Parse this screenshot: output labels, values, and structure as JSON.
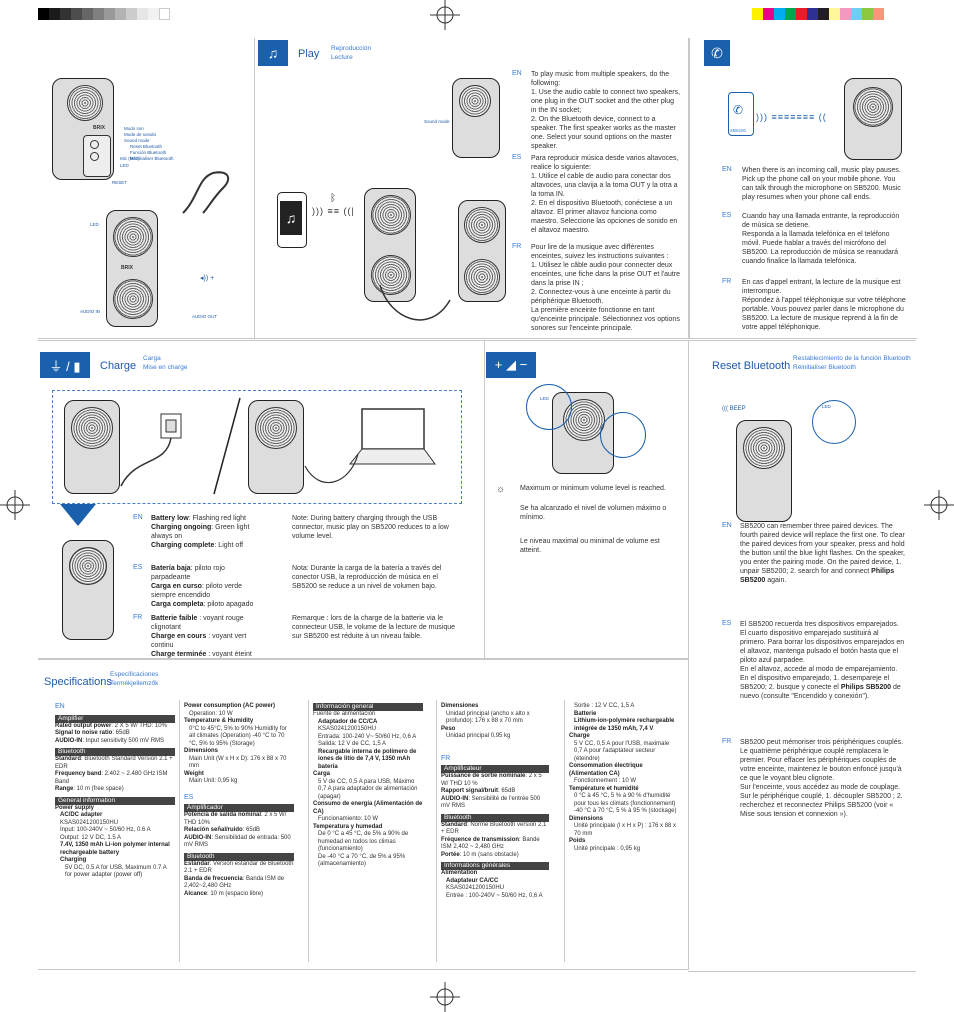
{
  "play": {
    "title": "Play",
    "sub1": "Reproducción",
    "sub2": "Lecture",
    "en_label": "EN",
    "en_text": "To play music from multiple speakers, do the following:\n1. Use the audio cable to connect two speakers, one plug in the OUT socket and the other plug in the IN socket;\n2. On the Bluetooth device, connect to a speaker. The first speaker works as the master one. Select your sound options on the master speaker.",
    "es_label": "ES",
    "es_text": "Para reproducir música desde varios altavoces, realice lo siguiente:\n1. Utilice el cable de audio para conectar dos altavoces, una clavija a la toma OUT y la otra a la toma IN.\n2. En el dispositivo Bluetooth, conéctese a un altavoz. El primer altavoz funciona como maestro. Seleccione las opciones de sonido en el altavoz maestro.",
    "fr_label": "FR",
    "fr_text": "Pour lire de la musique avec différentes enceintes, suivez les instructions suivantes :\n1. Utilisez le câble audio pour connecter deux enceintes, une fiche dans la prise OUT et l'autre dans la prise IN ;\n2. Connectez-vous à une enceinte à partir du périphérique Bluetooth.\nLa première enceinte fonctionne en tant qu'enceinte principale. Sélectionnez vos options sonores sur l'enceinte principale.",
    "sound_mode": "Sound mode"
  },
  "overview": {
    "brand": "BRIX",
    "labels_top": [
      "Modo son",
      "Mode de sonido",
      "Sound mode"
    ],
    "labels_bt": [
      "Reset Bluetooth",
      "Función Bluetooth",
      "Réinitialiser Bluetooth"
    ],
    "mic": "Mic (MIC)",
    "led": "LED",
    "reset": "RESET",
    "led2": "LED",
    "audio_in": "AUDIO IN",
    "audio_out": "AUDIO OUT"
  },
  "call": {
    "en_label": "EN",
    "en_text": "When there is an incoming call, music play pauses. Pick up the phone call on your mobile phone. You can talk through the microphone on SB5200. Music play resumes when your phone call ends.",
    "es_label": "ES",
    "es_text": "Cuando hay una llamada entrante, la reproducción de música se detiene.\nResponda a la llamada telefónica en el teléfono móvil. Puede hablar a través del micrófono del SB5200. La reproducción de música se reanudará cuando finalice la llamada telefónica.",
    "fr_label": "FR",
    "fr_text": "En cas d'appel entrant, la lecture de la musique est interrompue.\nRépondez à l'appel téléphonique sur votre téléphone portable. Vous pouvez parler dans le microphone du SB5200. La lecture de musique reprend à la fin de votre appel téléphonique.",
    "phone_label": "SB5200"
  },
  "charge": {
    "title": "Charge",
    "sub1": "Carga",
    "sub2": "Mise en charge",
    "en_label": "EN",
    "es_label": "ES",
    "fr_label": "FR",
    "en_low_b": "Battery low",
    "en_low": ": Flashing red light",
    "en_ongoing_b": "Charging ongoing",
    "en_ongoing": ": Green light always on",
    "en_done_b": "Charging complete",
    "en_done": ": Light off",
    "es_low_b": "Batería baja",
    "es_low": ": piloto rojo parpadeante",
    "es_ongoing_b": "Carga en curso",
    "es_ongoing": ": piloto verde siempre encendido",
    "es_done_b": "Carga completa",
    "es_done": ": piloto apagado",
    "fr_low_b": "Batterie faible",
    "fr_low": " : voyant rouge clignotant",
    "fr_ongoing_b": "Charge en cours",
    "fr_ongoing": " : voyant vert continu",
    "fr_done_b": "Charge terminée",
    "fr_done": " : voyant éteint",
    "note_en": "Note: During battery charging through the USB connector, music play on SB5200 reduces to a low volume level.",
    "note_es": "Nota: Durante la carga de la batería a través del conector USB, la reproducción de música en el SB5200 se reduce a un nivel de volumen bajo.",
    "note_fr": "Remarque : lors de la charge de la batterie via le connecteur USB, le volume de la lecture de musique sur SB5200 est réduite à un niveau faible."
  },
  "volume": {
    "en": "Maximum or minimum volume level is reached.",
    "es": "Se ha alcanzado el nivel de volumen máximo o mínimo.",
    "fr": "Le niveau maximal ou minimal de volume est atteint.",
    "led": "LED"
  },
  "reset": {
    "title": "Reset Bluetooth",
    "sub1": "Restablecimiento de la función Bluetooth",
    "sub2": "Réinitialiser Bluetooth",
    "beep": "BEEP",
    "led": "LED",
    "en_label": "EN",
    "en_text": "SB5200 can remember three paired devices. The fourth paired device will replace the first one. To clear the paired devices from your speaker, press and hold the button until the blue light flashes. On the speaker, you enter the pairing mode. On the paired device, 1. unpair SB5200; 2. search for and connect",
    "en_tail_b": "Philips SB5200",
    "en_tail": " again.",
    "es_label": "ES",
    "es_text": "El SB5200 recuerda tres dispositivos emparejados. El cuarto dispositivo emparejado sustituirá al primero. Para borrar los dispositivos emparejados en el altavoz, mantenga pulsado el botón hasta que el piloto azul parpadee.\nEn el altavoz, accede al modo de emparejamiento. En el dispositivo emparejado, 1. desempareje el SB5200; 2. busque y conecte el",
    "es_tail_b": "Philips SB5200",
    "es_tail": " de nuevo (consulte \"Encendido y conexión\").",
    "fr_label": "FR",
    "fr_text": "SB5200 peut mémoriser trois périphériques couplés. Le quatrième périphérique couplé remplacera le premier. Pour effacer les périphériques couplés de votre enceinte, maintenez le bouton enfoncé jusqu'à ce que le voyant bleu clignote.\nSur l'enceinte, vous accédez au mode de couplage.\nSur le périphérique couplé, 1. découpler SB5200 ; 2. recherchez et reconnectez Philips SB5200 (voir « Mise sous tension et connexion »)."
  },
  "specs": {
    "title": "Specifications",
    "sub1": "Especificaciones",
    "sub2": "Termékjellemzők",
    "col1": {
      "lang": "EN",
      "amp_bar": "Amplifier",
      "rated_b": "Rated output power",
      "rated": ": 2 X 5 W/ THD: 10%",
      "snr_b": "Signal to noise ratio",
      "snr": ": 65dB",
      "aux_b": "AUDIO-IN",
      "aux": ": Input sensitivity 500 mV RMS",
      "bt_bar": "Bluetooth",
      "std_b": "Standard",
      "std": ": Bluetooth Standard Version 2.1 + EDR",
      "freq_b": "Frequency band",
      "freq": ": 2.402 ~ 2.480 GHz ISM Band",
      "range_b": "Range",
      "range": ": 10 m (free space)",
      "gen_bar": "General information",
      "ps_b": "Power supply",
      "acdc_b": "AC/DC adapter",
      "model": "KSAS0241200150HU",
      "input": "Input: 100-240V ~ 50/60 Hz, 0.6 A",
      "output": "Output: 12 V DC, 1.5 A",
      "batt_b": "7.4V, 1350 mAh Li-ion polymer internal rechargeable battery",
      "charging_b": "Charging",
      "charging": "5V DC, 0.5 A for USB, Maximum 0.7 A for power adapter (power off)"
    },
    "col2": {
      "pc_b": "Power consumption (AC power)",
      "pc": "Operation: 10 W",
      "temp_b": "Temperature & Humidity",
      "temp": "0°C to 45°C, 5% to 90% Humidity for all climates (Operation) -40 °C to 70 °C, 5% to 95% (Storage)",
      "dim_b": "Dimensions",
      "dim": "Main Unit (W x H x D): 176 x 88 x 70 mm",
      "w_b": "Weight",
      "w": "Main Unit: 0,95 kg",
      "lang": "ES",
      "amp_bar": "Amplificador",
      "pn_b": "Potencia de salida nominal",
      "pn": ": 2 x 5 W/ THD 10%",
      "rel_b": "Relación señal/ruido",
      "rel": ": 65dB",
      "aux_b": "AUDIO-IN",
      "aux": ": Sensibilidad de entrada: 500 mV RMS",
      "bt_bar": "Bluetooth",
      "std_b": "Estándar",
      "std": ": Versión estándar de Bluetooth 2.1 + EDR",
      "band_b": "Banda de frecuencia",
      "band": ": Banda ISM de 2,402~2,480 GHz",
      "al_b": "Alcance",
      "al": ": 10 m (espacio libre)"
    },
    "col3": {
      "gen_bar": "Información general",
      "fa": "Fuente de alimentación",
      "ad_b": "Adaptador de CC/CA",
      "model": "KSAS0241200150HU",
      "in": "Entrada: 100-240 V~ 50/60 Hz, 0,6 A",
      "out": "Salida: 12 V de CC, 1,5 A",
      "bat_b": "Recargable interna de polímero de iones de litio de 7,4 V, 1350 mAh batería",
      "carga_b": "Carga",
      "carga": "5 V de CC, 0,5 A para USB, Máximo 0,7 A para adaptador de alimentación (apagar)",
      "cons_b": "Consumo de energía (Alimentación de CA)",
      "cons": "Funcionamiento: 10 W",
      "temp_b": "Temperatura y humedad",
      "temp": "De 0 °C a 45 °C, de 5% a 90% de humedad en todos los climas (funcionamiento)\nDe -40 °C a 70 °C, de 5% a 95% (almacenamiento)"
    },
    "col4": {
      "dim_b": "Dimensiones",
      "dim": "Unidad principal (ancho x alto x profundo): 176 x 88 x 70 mm",
      "peso_b": "Peso",
      "peso": "Unidad principal 0,95 kg",
      "lang": "FR",
      "amp_bar": "Amplificateur",
      "ps_b": "Puissance de sortie nominale",
      "ps": ": 2 x 5 W/ THD 10 %",
      "rap_b": "Rapport signal/bruit",
      "rap": ": 65dB",
      "aux_b": "AUDIO-IN",
      "aux": ": Sensibilité de l'entrée 500 mV RMS",
      "bt_bar": "Bluetooth",
      "std_b": "Standard",
      "std": ": Norme Bluetooth version 2.1 + EDR",
      "fr_b": "Fréquence de transmission",
      "fr": ": Bande ISM 2,402 ~ 2,480 GHz",
      "po_b": "Portée",
      "po": ": 10 m (sans obstacle)",
      "gen_bar": "Informations générales",
      "al_b": "Alimentation",
      "ad_b": "Adaptateur CA/CC",
      "model": "KSAS0241200150HU",
      "in": "Entrée : 100-240V ~ 50/60 Hz, 0,6 A"
    },
    "col5": {
      "out": "Sortie : 12 V CC, 1,5 A",
      "bat_b": "Batterie",
      "bat2_b": "Lithium-ion-polymère rechargeable intégrée de 1350 mAh, 7,4 V",
      "ch_b": "Charge",
      "ch": "5 V CC, 0,5 A pour l'USB, maximale 0,7 A pour l'adaptateur secteur (éteindre)",
      "cons_b": "Consommation électrique (Alimentation CA)",
      "cons": "Fonctionnement : 10 W",
      "temp_b": "Température et humidité",
      "temp": "0 °C à 45 °C, 5 % à 90 % d'humidité pour tous les climats (fonctionnement)\n-40 °C à 70 °C, 5 % à 95 % (stockage)",
      "dim_b": "Dimensions",
      "dim": "Unité principale (l x H x P) : 176 x 88 x 70 mm",
      "poids_b": "Poids",
      "poids": "Unité principale : 0,95 kg"
    }
  },
  "colors": {
    "accent": "#1a60ad",
    "rule": "#c9c9c9",
    "bar": "#444444"
  }
}
